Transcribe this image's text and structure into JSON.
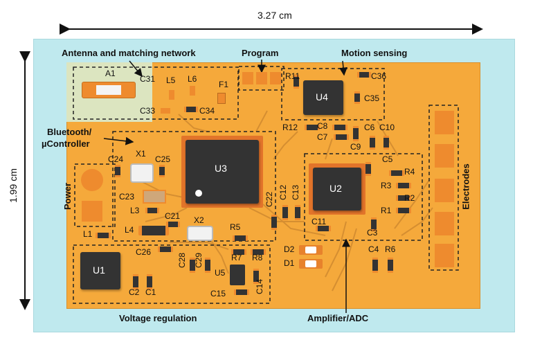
{
  "dimensions": {
    "width_label": "3.27 cm",
    "height_label": "1.99 cm"
  },
  "sections": {
    "antenna": "Antenna and matching network",
    "program": "Program",
    "motion": "Motion sensing",
    "bluetooth_line1": "Bluetooth/",
    "bluetooth_line2": "µController",
    "power": "Power",
    "electrodes": "Electrodes",
    "voltage": "Voltage regulation",
    "amplifier": "Amplifier/ADC"
  },
  "chips": {
    "u1": "U1",
    "u2": "U2",
    "u3": "U3",
    "u4": "U4",
    "u5": "U5"
  },
  "refs": {
    "A1": "A1",
    "C31": "C31",
    "L5": "L5",
    "L6": "L6",
    "F1": "F1",
    "C33": "C33",
    "C34": "C34",
    "R11": "R11",
    "C36": "C36",
    "C35": "C35",
    "R12": "R12",
    "C8": "C8",
    "C7": "C7",
    "C6": "C6",
    "C10": "C10",
    "C9": "C9",
    "X1": "X1",
    "C24": "C24",
    "C25": "C25",
    "C23": "C23",
    "L3": "L3",
    "L4": "L4",
    "C21": "C21",
    "X2": "X2",
    "L1": "L1",
    "R5": "R5",
    "C26": "C26",
    "C28": "C28",
    "C29": "C29",
    "R7": "R7",
    "R8": "R8",
    "C14": "C14",
    "C15": "C15",
    "C2": "C2",
    "C1": "C1",
    "C12": "C12",
    "C13": "C13",
    "C22": "C22",
    "C11": "C11",
    "C5": "C5",
    "R4": "R4",
    "R3": "R3",
    "R2": "R2",
    "R1": "R1",
    "C3": "C3",
    "D2": "D2",
    "D1": "D1",
    "C4": "C4",
    "R6": "R6"
  },
  "colors": {
    "board": "#F5A93B",
    "substrate": "#BFE9EE",
    "pad": "#EE8B2E",
    "chip": "#333333",
    "antenna_zone": "#DCE5C0"
  }
}
